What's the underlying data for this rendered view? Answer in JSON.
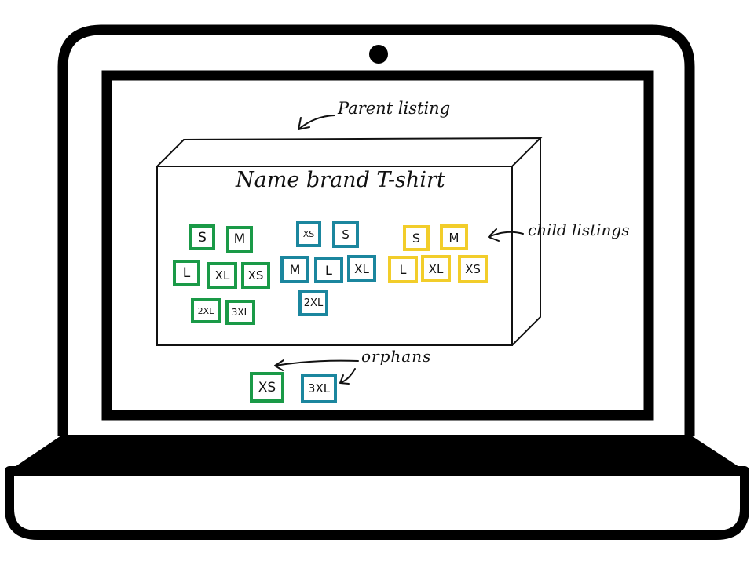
{
  "parent": {
    "title": "Name brand T-shirt",
    "annotation": "Parent listing"
  },
  "children": {
    "annotation": "child listings",
    "groups": [
      {
        "color": "#1a9a47",
        "sizes": [
          "S",
          "M",
          "L",
          "XL",
          "XS",
          "2XL",
          "3XL"
        ]
      },
      {
        "color": "#1b869e",
        "sizes": [
          "XS",
          "S",
          "M",
          "L",
          "XL",
          "2XL"
        ]
      },
      {
        "color": "#f2cd2a",
        "sizes": [
          "S",
          "M",
          "L",
          "XL",
          "XS"
        ]
      }
    ]
  },
  "orphans": {
    "annotation": "orphans",
    "items": [
      {
        "size": "XS",
        "color": "#1a9a47"
      },
      {
        "size": "3XL",
        "color": "#1b869e"
      }
    ]
  }
}
